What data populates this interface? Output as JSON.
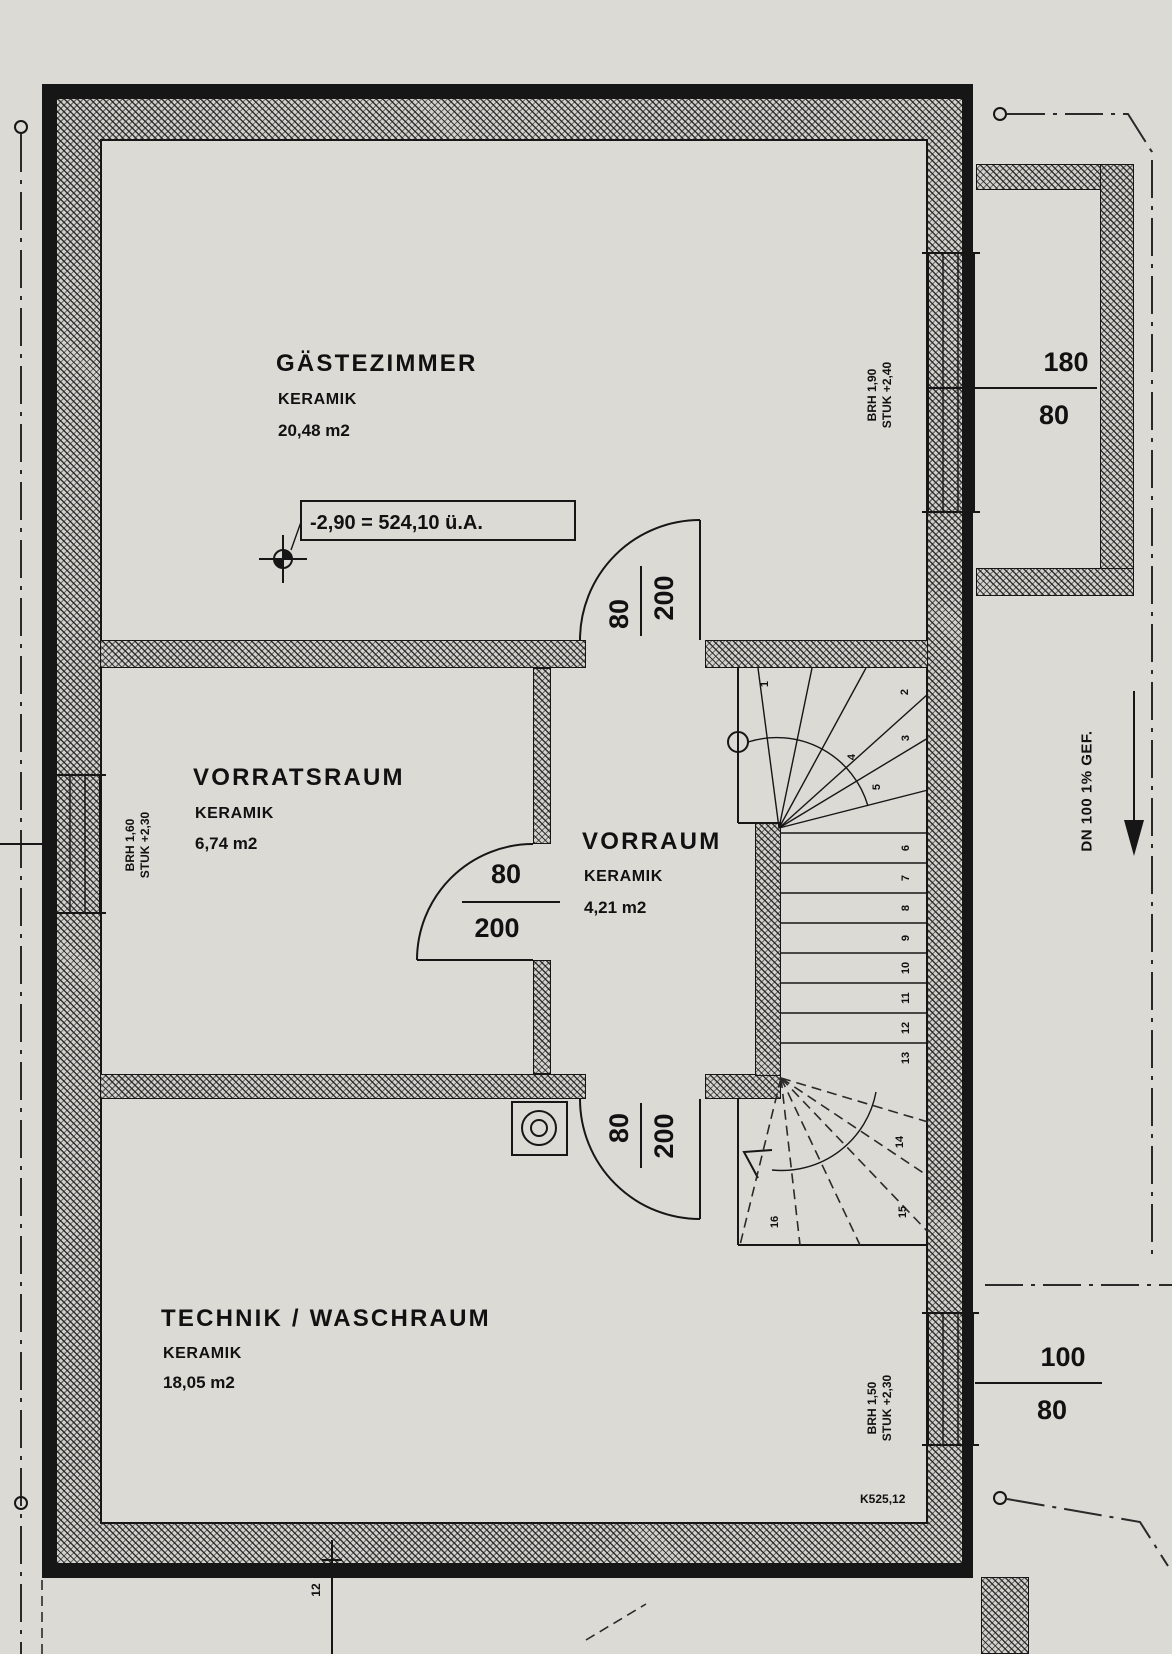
{
  "plan": {
    "level_marker": "-2,90 = 524,10 ü.A.",
    "corner_level": "K525,12",
    "axis_label": "12",
    "drain_note": "DN 100 1% GEF."
  },
  "rooms": {
    "gaestezimmer": {
      "name": "GÄSTEZIMMER",
      "floor": "KERAMIK",
      "area": "20,48 m2"
    },
    "vorratsraum": {
      "name": "VORRATSRAUM",
      "floor": "KERAMIK",
      "area": "6,74 m2"
    },
    "vorraum": {
      "name": "VORRAUM",
      "floor": "KERAMIK",
      "area": "4,21 m2"
    },
    "technik": {
      "name": "TECHNIK / WASCHRAUM",
      "floor": "KERAMIK",
      "area": "18,05 m2"
    }
  },
  "doors": {
    "gaestezimmer": {
      "width": "80",
      "height": "200"
    },
    "vorratsraum": {
      "width": "80",
      "height": "200"
    },
    "technik": {
      "width": "80",
      "height": "200"
    }
  },
  "windows": {
    "gaestezimmer": {
      "width": "180",
      "height": "80",
      "sill": "BRH 1,90",
      "lintel": "STUK +2,40"
    },
    "vorratsraum": {
      "sill": "BRH 1,60",
      "lintel": "STUK +2,30"
    },
    "technik": {
      "width": "100",
      "height": "80",
      "sill": "BRH 1,50",
      "lintel": "STUK +2,30"
    }
  },
  "stair": {
    "step_numbers": [
      "1",
      "2",
      "3",
      "4",
      "5",
      "6",
      "7",
      "8",
      "9",
      "10",
      "11",
      "12",
      "13",
      "14",
      "15",
      "16"
    ]
  },
  "colors": {
    "paper": "#dcdad5",
    "ink": "#161616"
  }
}
